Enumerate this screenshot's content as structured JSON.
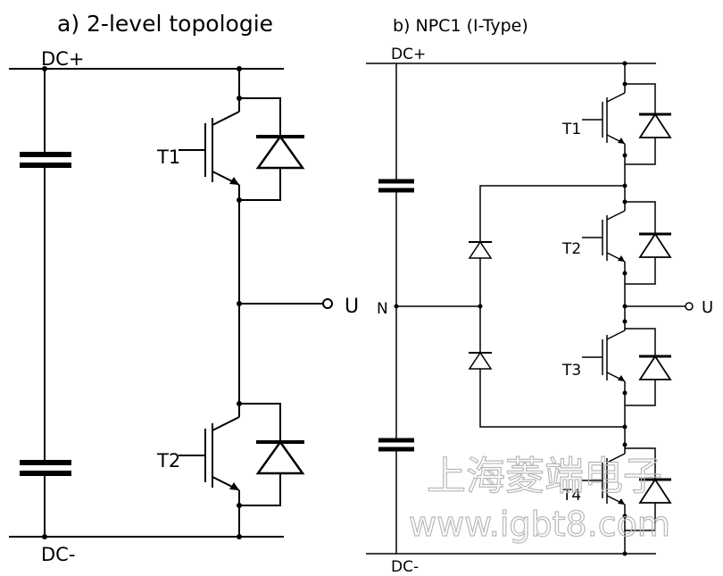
{
  "left": {
    "title": "a) 2-level topologie",
    "dc_plus": "DC+",
    "dc_minus": "DC-",
    "output": "U",
    "switches": [
      "T1",
      "T2"
    ]
  },
  "right": {
    "title": "b) NPC1 (I-Type)",
    "dc_plus": "DC+",
    "dc_minus": "DC-",
    "neutral": "N",
    "output": "U",
    "switches": [
      "T1",
      "T2",
      "T3",
      "T4"
    ]
  },
  "watermark": {
    "company": "上海菱端电子",
    "url": "www.igbt8.com"
  }
}
